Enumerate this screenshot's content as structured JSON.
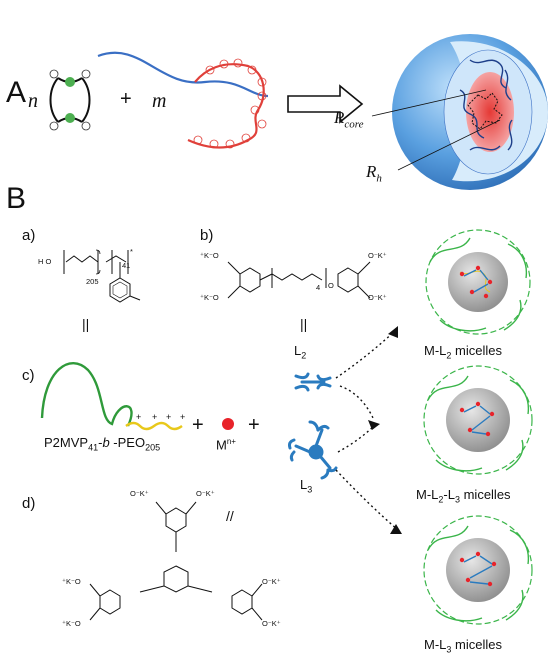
{
  "panelA": {
    "letter": "A",
    "coef_n": "n",
    "coef_m": "m",
    "plus": "+",
    "r_core": "R",
    "r_core_sub": "core",
    "r_h": "R",
    "r_h_sub": "h"
  },
  "panelB": {
    "letter": "B",
    "sub_a": "a)",
    "sub_b": "b)",
    "sub_c": "c)",
    "sub_d": "d)",
    "chem_a": {
      "ho": "H O",
      "n205": "205",
      "n41": "41",
      "star": "*"
    },
    "chem_b": {
      "k_tl": "⁺K⁻O",
      "k_bl": "⁺K⁻O",
      "k_tr": "O⁻K⁺",
      "k_br": "O⁻K⁺",
      "n4": "4",
      "o": "O"
    },
    "chem_d": {
      "k1": "O⁻K⁺",
      "k2": "O⁻K⁺",
      "k3": "⁺K⁻O",
      "k4": "⁺K⁻O",
      "k5": "O⁻K⁺",
      "k6": "O⁻K⁺"
    },
    "equiv": "||",
    "equiv_d": "//",
    "L2": "L",
    "L2_sub": "2",
    "L3": "L",
    "L3_sub": "3",
    "polymer_main": "P2MVP",
    "polymer_sub1": "41",
    "polymer_mid": "-",
    "polymer_b": "b",
    "polymer_mid2": " -PEO",
    "polymer_sub2": "205",
    "metal": "M",
    "metal_sup": "n+",
    "plus": "+",
    "micelle_1": "M-L",
    "micelle_1_sub": "2",
    "micelle_1_suffix": " micelles",
    "micelle_2": "M-L",
    "micelle_2_sub1": "2",
    "micelle_2_mid": "-L",
    "micelle_2_sub2": "3",
    "micelle_2_suffix": " micelles",
    "micelle_3": "M-L",
    "micelle_3_sub": "3",
    "micelle_3_suffix": " micelles"
  },
  "colors": {
    "blue_chain": "#3a6fc4",
    "red_chain": "#e0403a",
    "green_chain": "#2f9a3a",
    "yellow_chain": "#e8c81a",
    "ligand_blue": "#2a7bbf",
    "metal_red": "#e8232a",
    "micelle_green": "#3bb54a",
    "sphere_blue": "#5aa0e0"
  }
}
